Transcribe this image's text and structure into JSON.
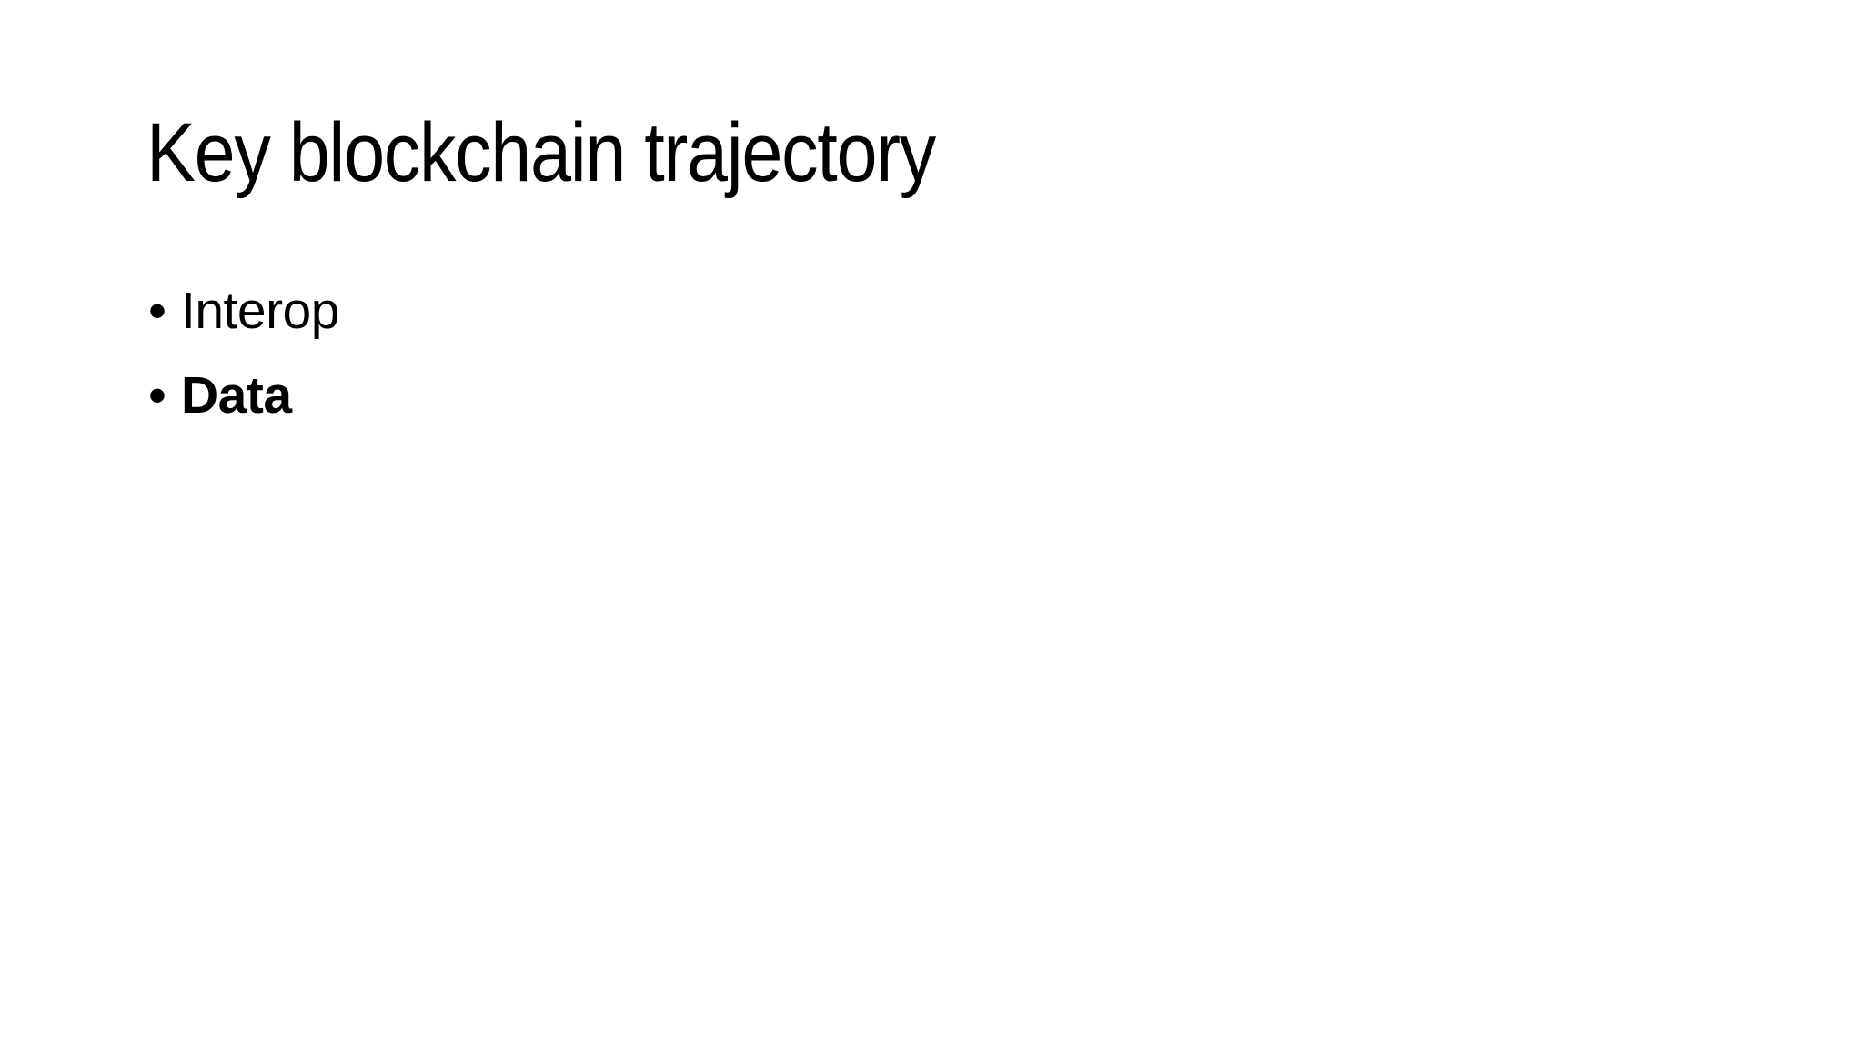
{
  "slide": {
    "title": "Key blockchain trajectory",
    "bullet_glyph": "•",
    "bullets": [
      {
        "label": "Interop",
        "bold": false
      },
      {
        "label": "Data",
        "bold": true
      }
    ],
    "colors": {
      "background": "#ffffff",
      "text": "#000000"
    }
  }
}
